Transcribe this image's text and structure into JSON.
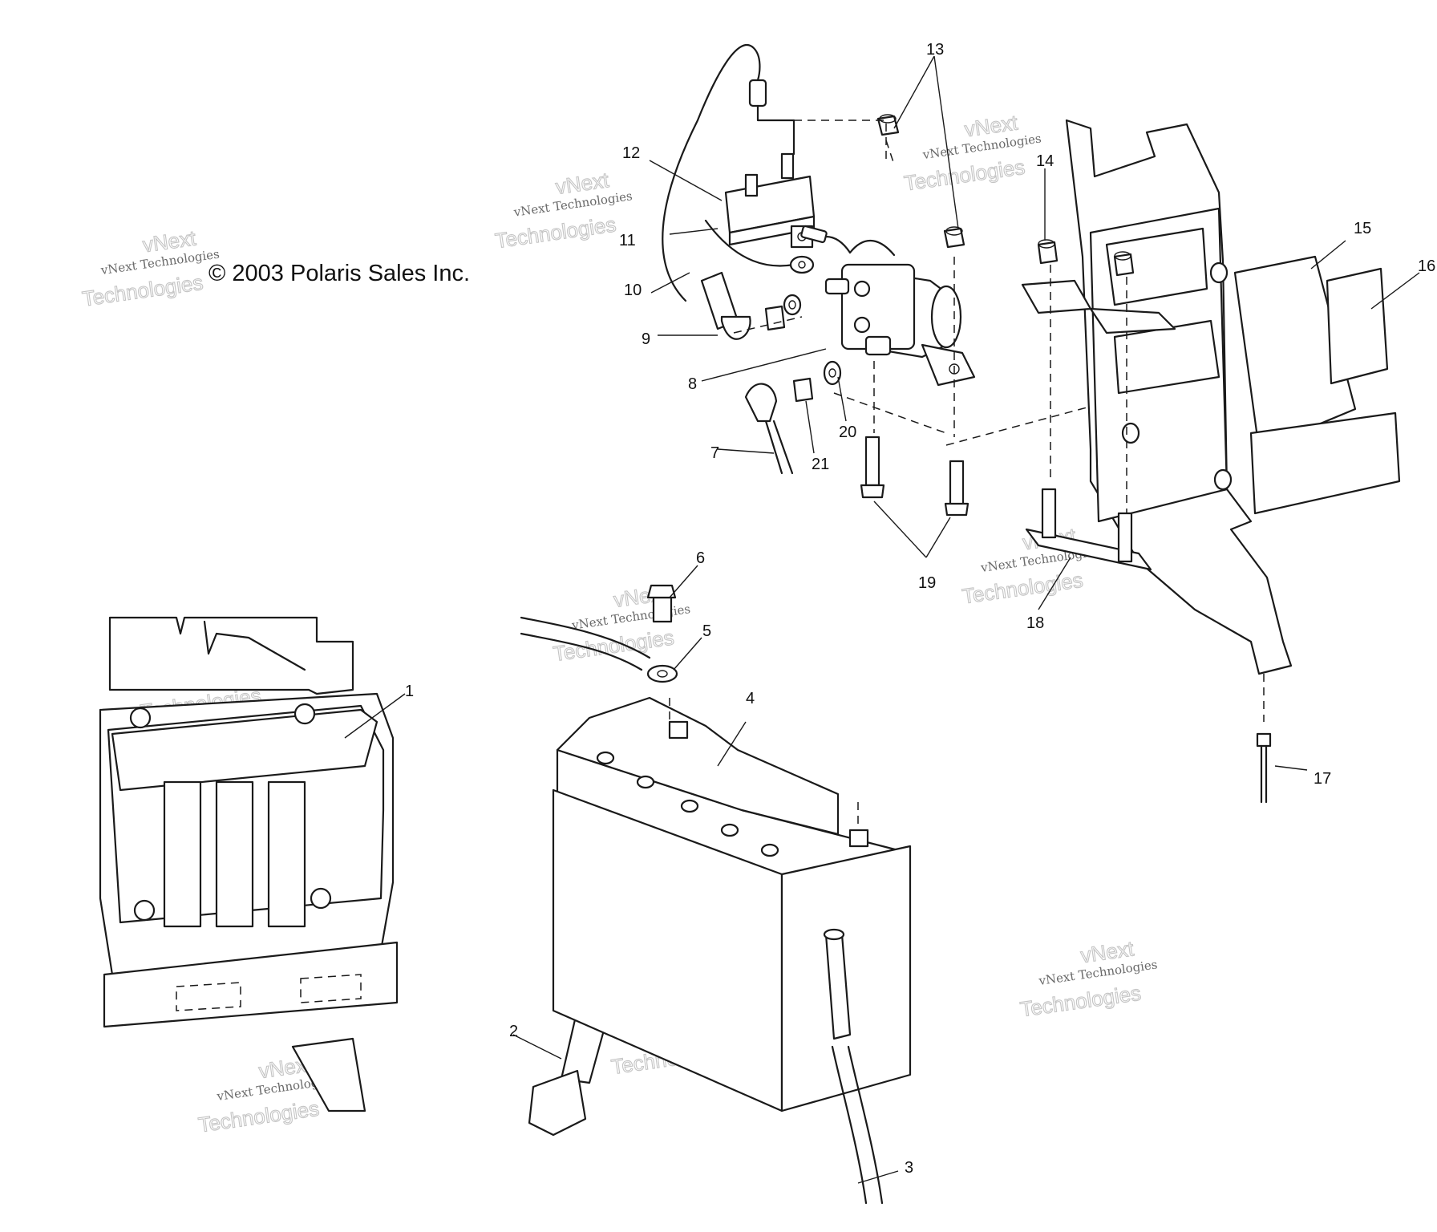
{
  "copyright": "© 2003 Polaris Sales Inc.",
  "watermark": {
    "brand": "vNext",
    "line": "vNext Technologies",
    "big": "Technologies"
  },
  "callouts": [
    "1",
    "2",
    "3",
    "4",
    "5",
    "6",
    "7",
    "8",
    "9",
    "10",
    "11",
    "12",
    "13",
    "14",
    "15",
    "16",
    "17",
    "18",
    "19",
    "20",
    "21"
  ]
}
